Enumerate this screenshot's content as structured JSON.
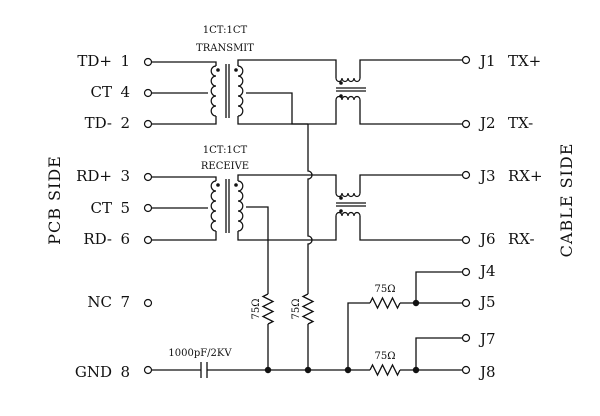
{
  "side_labels": {
    "pcb": "PCB SIDE",
    "cable": "CABLE SIDE"
  },
  "transformers": {
    "transmit": {
      "ratio": "1CT:1CT",
      "name": "TRANSMIT"
    },
    "receive": {
      "ratio": "1CT:1CT",
      "name": "RECEIVE"
    }
  },
  "pcb_pins": [
    {
      "name": "TD+",
      "num": "1"
    },
    {
      "name": "CT",
      "num": "4"
    },
    {
      "name": "TD-",
      "num": "2"
    },
    {
      "name": "RD+",
      "num": "3"
    },
    {
      "name": "CT",
      "num": "5"
    },
    {
      "name": "RD-",
      "num": "6"
    },
    {
      "name": "NC",
      "num": "7"
    },
    {
      "name": "GND",
      "num": "8"
    }
  ],
  "cable_pins": [
    {
      "num": "J1",
      "name": "TX+"
    },
    {
      "num": "J2",
      "name": "TX-"
    },
    {
      "num": "J3",
      "name": "RX+"
    },
    {
      "num": "J6",
      "name": "RX-"
    },
    {
      "num": "J4",
      "name": ""
    },
    {
      "num": "J5",
      "name": ""
    },
    {
      "num": "J7",
      "name": ""
    },
    {
      "num": "J8",
      "name": ""
    }
  ],
  "resistors": {
    "r1": "75Ω",
    "r2": "75Ω",
    "r3": "75Ω",
    "r4": "75Ω"
  },
  "capacitor": "1000pF/2KV"
}
